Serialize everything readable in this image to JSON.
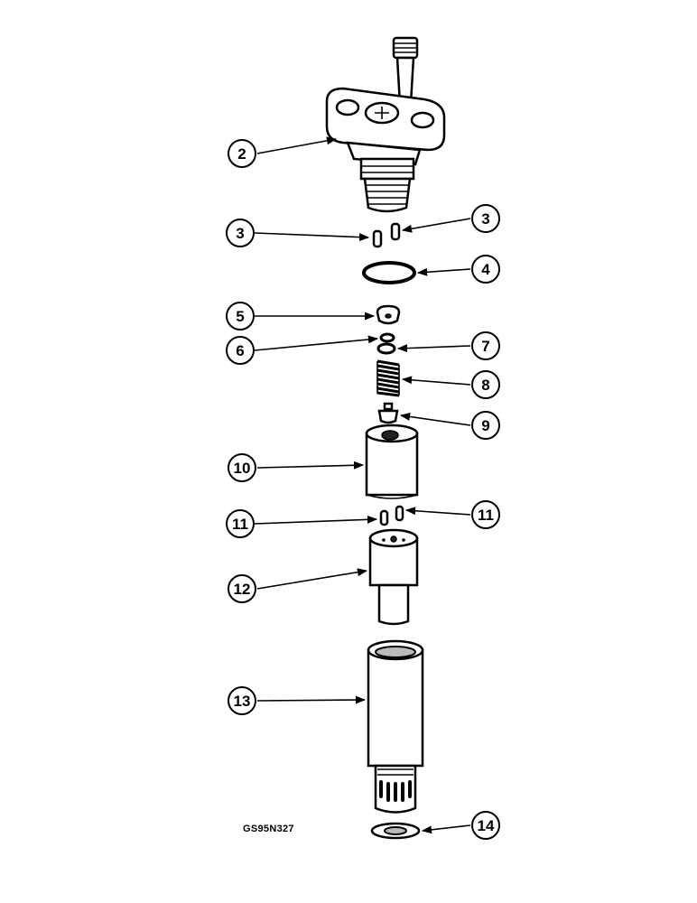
{
  "figure_code": "GS95N327",
  "callouts": {
    "c2": "2",
    "c3a": "3",
    "c3b": "3",
    "c4": "4",
    "c5": "5",
    "c6": "6",
    "c7": "7",
    "c8": "8",
    "c9": "9",
    "c10": "10",
    "c11a": "11",
    "c11b": "11",
    "c12": "12",
    "c13": "13",
    "c14": "14"
  }
}
